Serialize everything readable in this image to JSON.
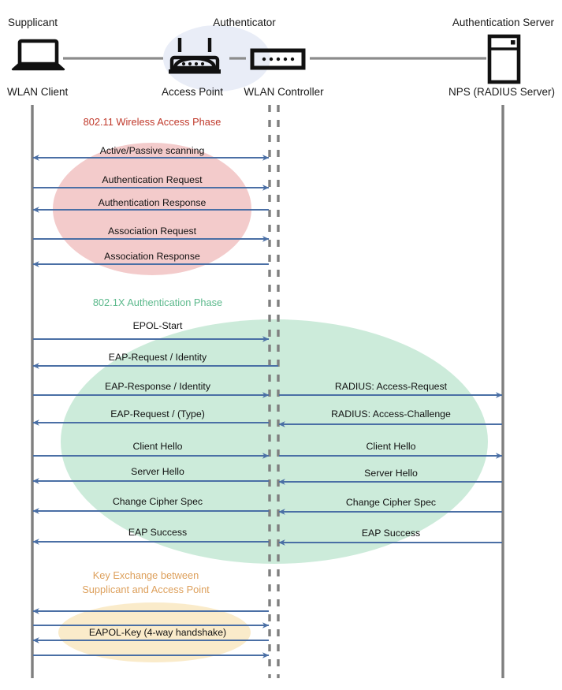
{
  "diagram": {
    "title_row": {
      "supplicant": "Supplicant",
      "authenticator": "Authenticator",
      "auth_server": "Authentication Server"
    },
    "device_row": {
      "wlan_client": "WLAN Client",
      "access_point": "Access Point",
      "wlan_controller": "WLAN Controller",
      "nps": "NPS (RADIUS Server)"
    },
    "icons": {
      "client": "laptop-icon",
      "ap": "wireless-router-icon",
      "controller": "network-switch-icon",
      "server": "server-tower-icon"
    },
    "colors": {
      "phase1_text": "#C0392B",
      "phase1_fill": "#F3CBCB",
      "phase2_text": "#5CB98C",
      "phase2_fill": "#CCEBDA",
      "phase3_text": "#DDA05C",
      "phase3_fill": "#FAEBCA",
      "arrow": "#4A6FA5",
      "lifeline": "#7F7F7F",
      "link": "#808080",
      "authenticator_blob": "#E8EDF7"
    },
    "phases": [
      {
        "id": "phase-802-11",
        "label": "802.11 Wireless Access Phase",
        "label_lines": [
          "802.11 Wireless Access Phase"
        ],
        "messages": [
          {
            "text": "Active/Passive scanning",
            "dir": "both",
            "segment": "left"
          },
          {
            "text": "Authentication Request",
            "dir": "right",
            "segment": "left"
          },
          {
            "text": "Authentication Response",
            "dir": "left",
            "segment": "left"
          },
          {
            "text": "Association Request",
            "dir": "right",
            "segment": "left"
          },
          {
            "text": "Association Response",
            "dir": "left",
            "segment": "left"
          }
        ]
      },
      {
        "id": "phase-802-1x",
        "label": "802.1X Authentication Phase",
        "label_lines": [
          "802.1X Authentication Phase"
        ],
        "messages": [
          {
            "text": "EPOL-Start",
            "dir": "right",
            "segment": "left"
          },
          {
            "text": "EAP-Request / Identity",
            "dir": "left",
            "segment": "left"
          },
          {
            "text": "EAP-Response / Identity",
            "dir": "right",
            "segment": "left"
          },
          {
            "text": "RADIUS: Access-Request",
            "dir": "right",
            "segment": "right"
          },
          {
            "text": "EAP-Request / (Type)",
            "dir": "left",
            "segment": "left"
          },
          {
            "text": "RADIUS: Access-Challenge",
            "dir": "left",
            "segment": "right"
          },
          {
            "text": "Client Hello",
            "dir": "right",
            "segment": "left"
          },
          {
            "text": "Client Hello",
            "dir": "right",
            "segment": "right"
          },
          {
            "text": "Server Hello",
            "dir": "left",
            "segment": "left"
          },
          {
            "text": "Server Hello",
            "dir": "left",
            "segment": "right"
          },
          {
            "text": "Change Cipher Spec",
            "dir": "left",
            "segment": "left"
          },
          {
            "text": "Change Cipher Spec",
            "dir": "left",
            "segment": "right"
          },
          {
            "text": "EAP Success",
            "dir": "left",
            "segment": "left"
          },
          {
            "text": "EAP Success",
            "dir": "left",
            "segment": "right"
          }
        ]
      },
      {
        "id": "phase-key-exchange",
        "label": "Key Exchange between Supplicant and Access Point",
        "label_lines": [
          "Key Exchange between",
          "Supplicant and Access Point"
        ],
        "messages": [
          {
            "text": "",
            "dir": "left",
            "segment": "left"
          },
          {
            "text": "",
            "dir": "right",
            "segment": "left"
          },
          {
            "text": "EAPOL-Key (4-way handshake)",
            "dir": "left",
            "segment": "left"
          },
          {
            "text": "",
            "dir": "right",
            "segment": "left"
          }
        ]
      }
    ],
    "labels": {
      "phase1_title": "802.11 Wireless Access Phase",
      "phase2_title": "802.1X Authentication Phase",
      "phase3_title_line1": "Key Exchange between",
      "phase3_title_line2": "Supplicant and Access Point",
      "m_active_passive": "Active/Passive scanning",
      "m_auth_req": "Authentication Request",
      "m_auth_resp": "Authentication Response",
      "m_assoc_req": "Association Request",
      "m_assoc_resp": "Association Response",
      "m_epol_start": "EPOL-Start",
      "m_eap_req_id": "EAP-Request / Identity",
      "m_eap_resp_id": "EAP-Response / Identity",
      "m_radius_access_req": "RADIUS: Access-Request",
      "m_eap_req_type": "EAP-Request / (Type)",
      "m_radius_access_chal": "RADIUS: Access-Challenge",
      "m_client_hello_l": "Client Hello",
      "m_client_hello_r": "Client Hello",
      "m_server_hello_l": "Server Hello",
      "m_server_hello_r": "Server Hello",
      "m_ccs_l": "Change Cipher Spec",
      "m_ccs_r": "Change Cipher Spec",
      "m_eap_success_l": "EAP Success",
      "m_eap_success_r": "EAP Success",
      "m_eapol_key": "EAPOL-Key (4-way handshake)"
    }
  }
}
